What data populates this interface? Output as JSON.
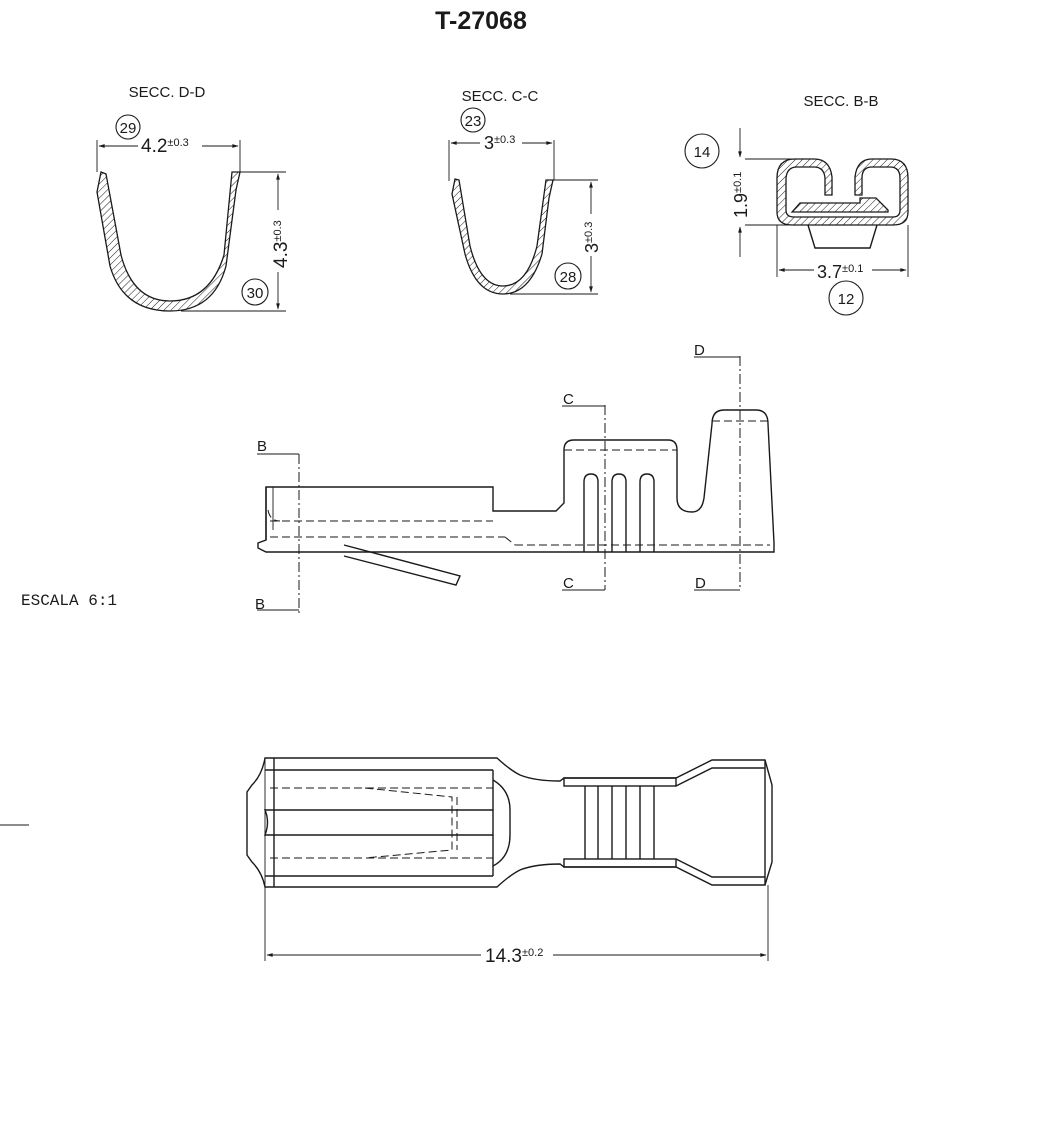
{
  "title": "T-27068",
  "scale_label": "ESCALA 6:1",
  "sections": {
    "dd": {
      "label": "SECC. D-D",
      "width_value": "4.2",
      "width_tol": "±0.3",
      "height_value": "4.3",
      "height_tol": "±0.3",
      "bubble_a": "29",
      "bubble_b": "30"
    },
    "cc": {
      "label": "SECC. C-C",
      "width_value": "3",
      "width_tol": "±0.3",
      "height_value": "3",
      "height_tol": "±0.3",
      "bubble_a": "23",
      "bubble_b": "28"
    },
    "bb": {
      "label": "SECC. B-B",
      "width_value": "3.7",
      "width_tol": "±0.1",
      "height_value": "1.9",
      "height_tol": "±0.1",
      "bubble_a": "14",
      "bubble_b": "12"
    }
  },
  "cut_markers": {
    "b_top": "B",
    "b_bottom": "B",
    "c_top": "C",
    "c_bottom": "C",
    "d_top": "D",
    "d_bottom": "D"
  },
  "length_dim": {
    "value": "14.3",
    "tol": "±0.2"
  }
}
